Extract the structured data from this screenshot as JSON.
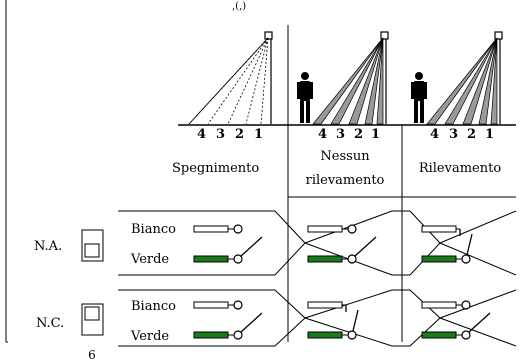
{
  "colors": {
    "line": "#000000",
    "wire_green": "#1b7a1b",
    "wire_white": "#ffffff",
    "beam_fill": "#9a9a9a"
  },
  "header": {
    "top_fragment": ",(,)"
  },
  "columns": {
    "col1": {
      "label": "Spegnimento"
    },
    "col2": {
      "label_line1": "Nessun",
      "label_line2": "rilevamento"
    },
    "col3": {
      "label": "Rilevamento"
    }
  },
  "zones": [
    "4",
    "3",
    "2",
    "1"
  ],
  "rows": {
    "na": {
      "label": "N.A.",
      "wire1": "Bianco",
      "wire2": "Verde"
    },
    "nc": {
      "label": "N.C.",
      "wire1": "Bianco",
      "wire2": "Verde"
    }
  },
  "footer": {
    "page_number": "6"
  },
  "icons": {
    "sensor": "sensor-icon",
    "person": "person-icon",
    "switch": "switch-icon"
  }
}
